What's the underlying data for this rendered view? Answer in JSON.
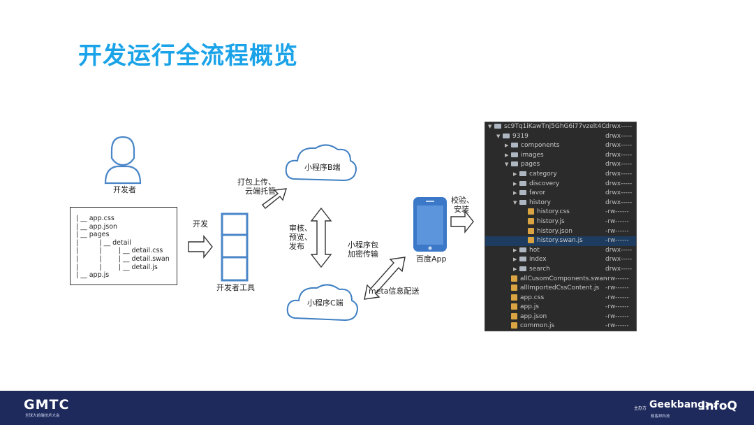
{
  "title": "开发运行全流程概览",
  "labels": {
    "developer": "开发者",
    "develop": "开发",
    "devtools": "开发者工具",
    "upload": [
      "打包上传、",
      "云端托管"
    ],
    "cloud_b": "小程序B端",
    "cloud_c": "小程序C端",
    "review": [
      "审核、",
      "预览、",
      "发布"
    ],
    "encrypt": [
      "小程序包",
      "加密传输"
    ],
    "meta": "meta信息配送",
    "verify": [
      "校验、",
      "安装"
    ],
    "app": "百度App"
  },
  "code_lines": [
    "| __ app.css",
    "| __ app.json",
    "| __ pages",
    "|          | __ detail",
    "|          |        | __ detail.css",
    "|          |        | __ detail.swan",
    "|          |        | __ detail.js",
    "| __ app.js"
  ],
  "tree_rows": [
    {
      "indent": 0,
      "arrow": "down",
      "type": "folder",
      "name": "sc9Tq1iKawTnj5GhG6i77vzelt4C",
      "perm": "drwx-----"
    },
    {
      "indent": 1,
      "arrow": "down",
      "type": "folder",
      "name": "9319",
      "perm": "drwx-----"
    },
    {
      "indent": 2,
      "arrow": "right",
      "type": "folder",
      "name": "components",
      "perm": "drwx-----"
    },
    {
      "indent": 2,
      "arrow": "right",
      "type": "folder",
      "name": "images",
      "perm": "drwx-----"
    },
    {
      "indent": 2,
      "arrow": "down",
      "type": "folder",
      "name": "pages",
      "perm": "drwx-----"
    },
    {
      "indent": 3,
      "arrow": "right",
      "type": "folder",
      "name": "category",
      "perm": "drwx-----"
    },
    {
      "indent": 3,
      "arrow": "right",
      "type": "folder",
      "name": "discovery",
      "perm": "drwx-----"
    },
    {
      "indent": 3,
      "arrow": "right",
      "type": "folder",
      "name": "favor",
      "perm": "drwx-----"
    },
    {
      "indent": 3,
      "arrow": "down",
      "type": "folder",
      "name": "history",
      "perm": "drwx-----"
    },
    {
      "indent": 4,
      "arrow": "",
      "type": "file",
      "name": "history.css",
      "perm": "-rw------"
    },
    {
      "indent": 4,
      "arrow": "",
      "type": "file",
      "name": "history.js",
      "perm": "-rw------"
    },
    {
      "indent": 4,
      "arrow": "",
      "type": "file",
      "name": "history.json",
      "perm": "-rw------"
    },
    {
      "indent": 4,
      "arrow": "",
      "type": "file",
      "name": "history.swan.js",
      "perm": "-rw------",
      "selected": true
    },
    {
      "indent": 3,
      "arrow": "right",
      "type": "folder",
      "name": "hot",
      "perm": "drwx-----"
    },
    {
      "indent": 3,
      "arrow": "right",
      "type": "folder",
      "name": "index",
      "perm": "drwx-----"
    },
    {
      "indent": 3,
      "arrow": "right",
      "type": "folder",
      "name": "search",
      "perm": "drwx-----"
    },
    {
      "indent": 2,
      "arrow": "",
      "type": "file",
      "name": "allCusomComponents.swan",
      "perm": "-rw------"
    },
    {
      "indent": 2,
      "arrow": "",
      "type": "file",
      "name": "allImportedCssContent.js",
      "perm": "-rw------"
    },
    {
      "indent": 2,
      "arrow": "",
      "type": "file",
      "name": "app.css",
      "perm": "-rw------"
    },
    {
      "indent": 2,
      "arrow": "",
      "type": "file",
      "name": "app.js",
      "perm": "-rw------"
    },
    {
      "indent": 2,
      "arrow": "",
      "type": "file",
      "name": "app.json",
      "perm": "-rw------"
    },
    {
      "indent": 2,
      "arrow": "",
      "type": "file",
      "name": "common.js",
      "perm": "-rw------"
    }
  ],
  "footer": {
    "gmtc": "GMTC",
    "gmtc_sub": "全球大前端技术大会",
    "organizer": "主办方",
    "geekbang": "Geekbang>.",
    "geekbang_sub": "极客邦科技",
    "infoq": "InfoQ"
  },
  "colors": {
    "title": "#1aa3e8",
    "cloud_stroke": "#3f7fc2",
    "phone": "#3c78c8",
    "footer_bg": "#1e2a5c",
    "tree_bg": "#2b2b2b"
  }
}
